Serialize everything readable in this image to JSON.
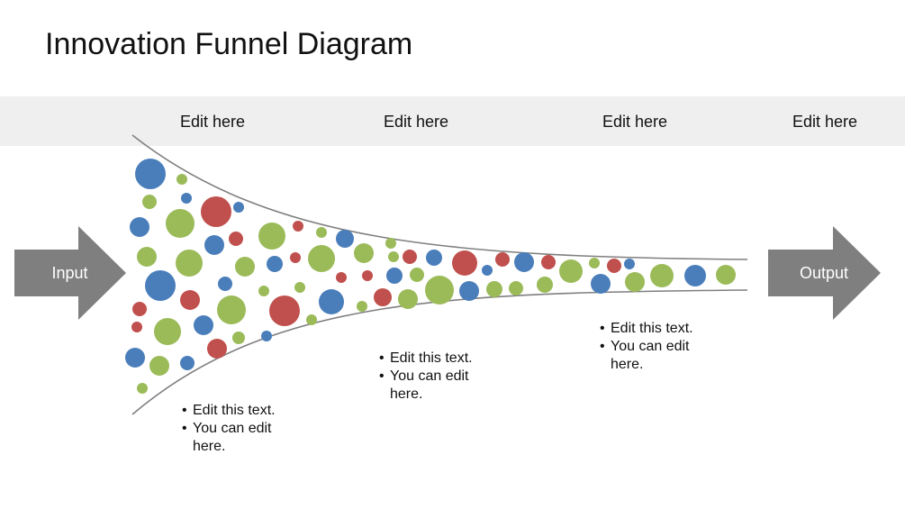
{
  "title": "Innovation Funnel Diagram",
  "stages": [
    "Edit here",
    "Edit here",
    "Edit here",
    "Edit here"
  ],
  "input_label": "Input",
  "output_label": "Output",
  "notes": [
    {
      "line1": "Edit this text.",
      "line2": "You can edit",
      "line3": "here."
    },
    {
      "line1": "Edit this text.",
      "line2": "You can edit",
      "line3": "here."
    },
    {
      "line1": "Edit this text.",
      "line2": "You can edit",
      "line3": "here."
    }
  ],
  "colors": {
    "blue": "#4a7ebb",
    "green": "#9bbb59",
    "red": "#c0504d",
    "arrow": "#7f7f7f",
    "band": "#efefef",
    "funnel_line": "#7f7f7f"
  }
}
